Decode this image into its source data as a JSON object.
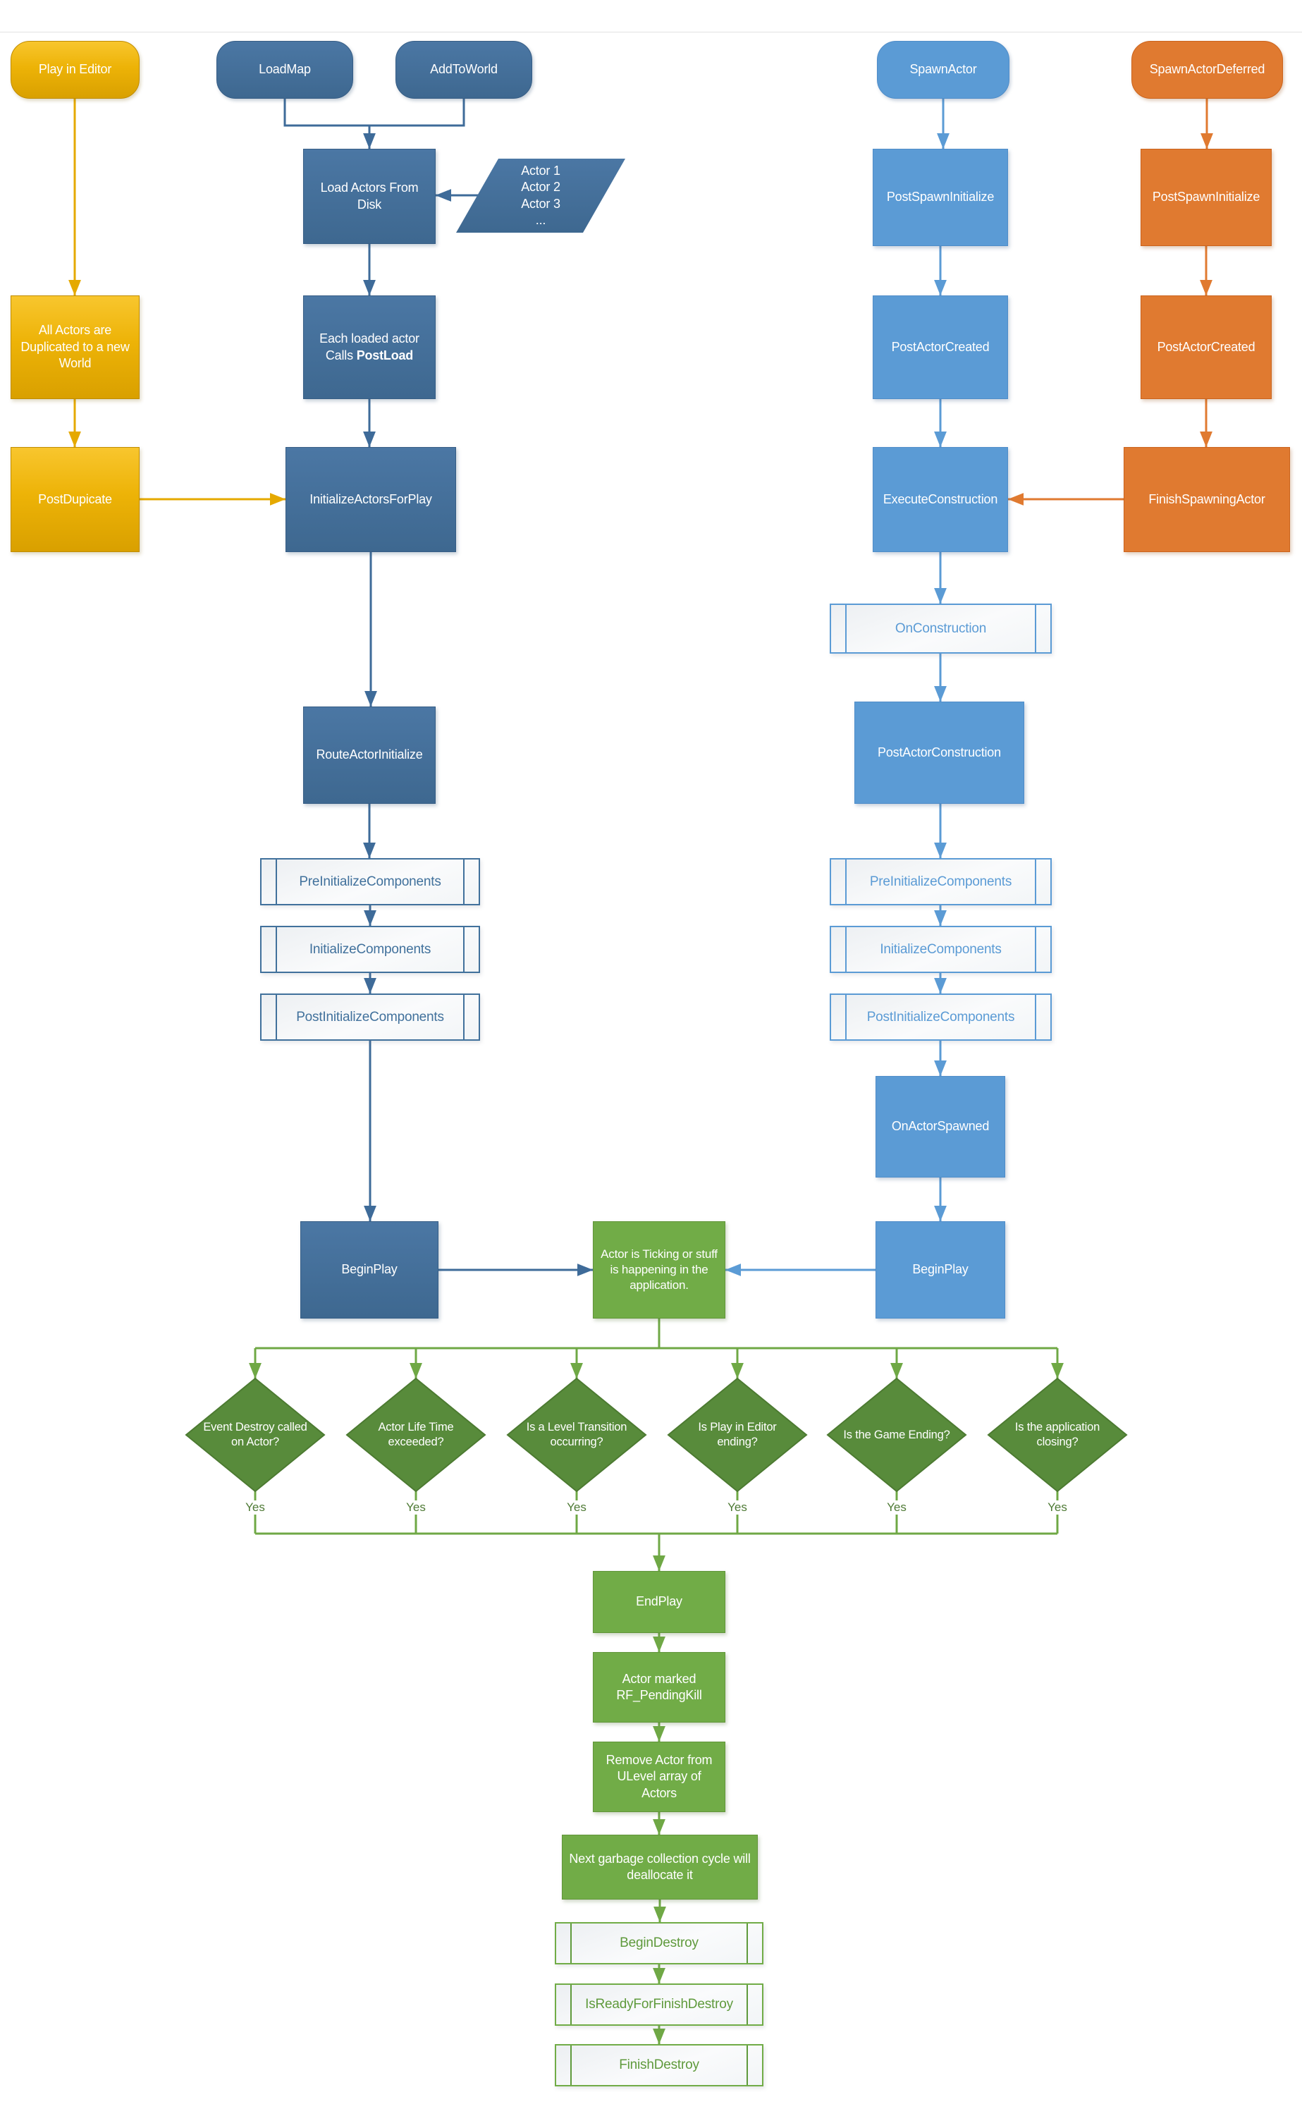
{
  "colors": {
    "gold_fill": "#EDB307",
    "gold_border": "#C08C00",
    "gold_arrow": "#E5A900",
    "darkblue_fill": "#436F9B",
    "darkblue_border": "#365D85",
    "darkblue_arrow": "#3E6B99",
    "lightblue_fill": "#5B9BD5",
    "lightblue_border": "#4F8DC9",
    "orange_fill": "#E07A30",
    "orange_border": "#CB631C",
    "green_fill": "#71AC47",
    "green_border": "#619539",
    "diamond_fill": "#588B3B",
    "diamond_border": "#4C7A31",
    "subroutine_text_dark": "#41719C",
    "subroutine_text_light": "#5B9BD5",
    "subroutine_text_green": "#5F9A3C"
  },
  "nodes": {
    "play_in_editor": {
      "label": "Play in Editor"
    },
    "load_map": {
      "label": "LoadMap"
    },
    "add_to_world": {
      "label": "AddToWorld"
    },
    "spawn_actor": {
      "label": "SpawnActor"
    },
    "spawn_actor_deferred": {
      "label": "SpawnActorDeferred"
    },
    "load_actors_from_disk": {
      "label": "Load Actors From Disk"
    },
    "actors_list": {
      "lines": [
        "Actor 1",
        "Actor 2",
        "Actor 3",
        "..."
      ]
    },
    "post_spawn_initialize_spawn": {
      "label": "PostSpawnInitialize"
    },
    "post_spawn_initialize_deferred": {
      "label": "PostSpawnInitialize"
    },
    "all_actors_duplicated": {
      "label": "All Actors are Duplicated to a new World"
    },
    "each_loaded_actor": {
      "line1": "Each loaded actor",
      "line2_prefix": "Calls",
      "line2_bold": "PostLoad"
    },
    "post_actor_created_spawn": {
      "label": "PostActorCreated"
    },
    "post_actor_created_deferred": {
      "label": "PostActorCreated"
    },
    "post_dupicate": {
      "label": "PostDupicate"
    },
    "initialize_actors_for_play": {
      "label": "InitializeActorsForPlay"
    },
    "execute_construction": {
      "label": "ExecuteConstruction"
    },
    "finish_spawning_actor": {
      "label": "FinishSpawningActor"
    },
    "on_construction": {
      "label": "OnConstruction"
    },
    "route_actor_initialize": {
      "label": "RouteActorInitialize"
    },
    "post_actor_construction": {
      "label": "PostActorConstruction"
    },
    "pre_initialize_components_left": {
      "label": "PreInitializeComponents"
    },
    "initialize_components_left": {
      "label": "InitializeComponents"
    },
    "post_initialize_components_left": {
      "label": "PostInitializeComponents"
    },
    "pre_initialize_components_right": {
      "label": "PreInitializeComponents"
    },
    "initialize_components_right": {
      "label": "InitializeComponents"
    },
    "post_initialize_components_right": {
      "label": "PostInitializeComponents"
    },
    "on_actor_spawned": {
      "label": "OnActorSpawned"
    },
    "begin_play_left": {
      "label": "BeginPlay"
    },
    "begin_play_right": {
      "label": "BeginPlay"
    },
    "actor_ticking": {
      "label": "Actor is Ticking or stuff is happening in the application."
    },
    "end_play": {
      "label": "EndPlay"
    },
    "actor_marked_pending_kill": {
      "label": "Actor marked RF_PendingKill"
    },
    "remove_actor_from_ulevel": {
      "label": "Remove Actor from ULevel array of Actors"
    },
    "next_garbage_collection": {
      "label": "Next garbage collection cycle will deallocate it"
    },
    "begin_destroy": {
      "label": "BeginDestroy"
    },
    "is_ready_for_finish_destroy": {
      "label": "IsReadyForFinishDestroy"
    },
    "finish_destroy": {
      "label": "FinishDestroy"
    }
  },
  "decisions": [
    {
      "label": "Event Destroy called on Actor?",
      "yes_label": "Yes"
    },
    {
      "label": "Actor Life Time exceeded?",
      "yes_label": "Yes"
    },
    {
      "label": "Is a Level Transition occurring?",
      "yes_label": "Yes"
    },
    {
      "label": "Is Play in Editor ending?",
      "yes_label": "Yes"
    },
    {
      "label": "Is the Game Ending?",
      "yes_label": "Yes"
    },
    {
      "label": "Is the application closing?",
      "yes_label": "Yes"
    }
  ]
}
